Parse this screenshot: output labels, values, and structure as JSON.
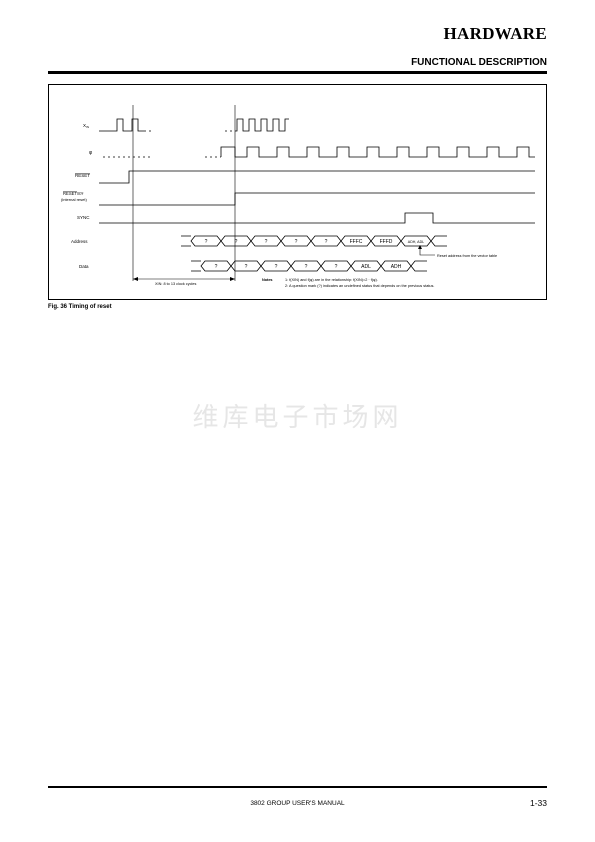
{
  "header": {
    "title": "HARDWARE",
    "subtitle": "FUNCTIONAL DESCRIPTION"
  },
  "figure": {
    "caption": "Fig. 36  Timing of reset",
    "signals": {
      "xin": "XIN",
      "phi": "φ",
      "reset": "RESET",
      "resetout": "RESETOUT",
      "internal": "(internal reset)",
      "sync": "SYNC",
      "address": "Address",
      "data": "Data"
    },
    "address_values": [
      "?",
      "?",
      "?",
      "?",
      "?",
      "FFFC",
      "FFFD",
      "ADH, ADL"
    ],
    "data_values": [
      "?",
      "?",
      "?",
      "?",
      "?",
      "ADL",
      "ADH"
    ],
    "cycle_label": "XIN: 8 to 13 clock cycles",
    "vector_note": "Reset address from the vector table",
    "notes_label": "Notes",
    "note1": "1: f(XIN) and f(φ) are in the relationship: f(XIN)=2 · f(φ).",
    "note2": "2: A question mark (?) indicates an undefined status that depends on the previous status."
  },
  "watermark": "维库电子市场网",
  "footer": {
    "manual": "3802 GROUP USER'S MANUAL",
    "page": "1-33"
  }
}
